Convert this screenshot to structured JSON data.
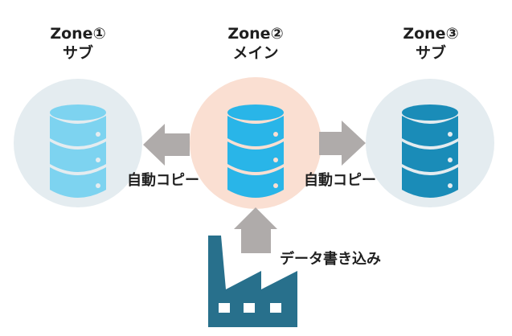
{
  "zones": [
    {
      "title": "Zone①",
      "role": "サブ",
      "db_color": "#7dd3f0",
      "circle_color": "#e4ecf0"
    },
    {
      "title": "Zone②",
      "role": "メイン",
      "db_color": "#29b5e8",
      "circle_color": "#fadfd2"
    },
    {
      "title": "Zone③",
      "role": "サブ",
      "db_color": "#1a8cb8",
      "circle_color": "#e4ecf0"
    }
  ],
  "arrows": {
    "copy_left_label": "自動コピー",
    "copy_right_label": "自動コピー",
    "write_label": "データ書き込み",
    "color": "#afabaa"
  },
  "factory": {
    "color": "#28708c"
  }
}
